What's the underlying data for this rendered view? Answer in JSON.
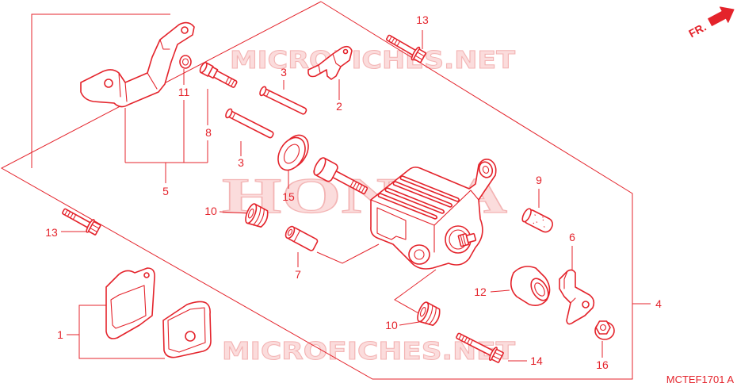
{
  "callouts": [
    "13",
    "3",
    "11",
    "2",
    "8",
    "3",
    "5",
    "15",
    "9",
    "10",
    "13",
    "6",
    "7",
    "12",
    "4",
    "1",
    "10",
    "14",
    "16"
  ],
  "orientation_arrow": {
    "label": "FR.",
    "icon": "front-arrow-icon"
  },
  "diagram_code": "MCTEF1701 A",
  "watermarks": {
    "site": "MICROFICHES.NET",
    "brand": "HONDA"
  },
  "colors": {
    "line": "#e4232b",
    "watermark_fill": "#fbdcdc",
    "watermark_stroke": "#f3b4b4",
    "background": "#ffffff"
  }
}
